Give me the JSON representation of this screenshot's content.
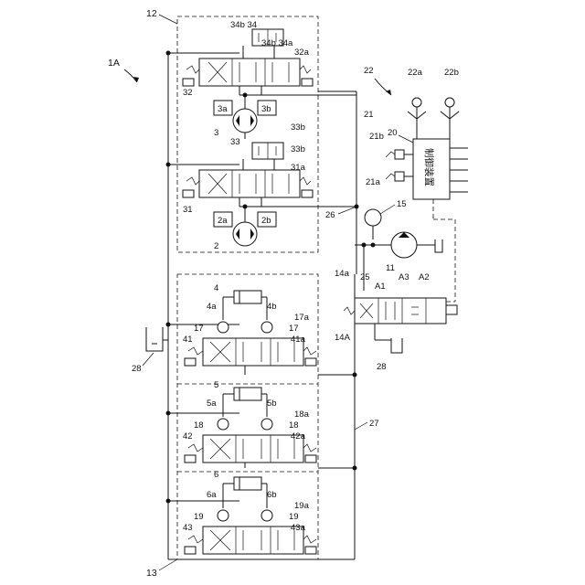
{
  "labels": {
    "figure_ref": "1A",
    "unit_12": "12",
    "unit_13": "13",
    "valve_32": "32",
    "valve_31": "31",
    "valve_32a": "32a",
    "valve_31a": "31a",
    "logic_34": "34b 34",
    "logic_34a": "34b 34a",
    "logic_33": "33",
    "logic_33b_top": "33b",
    "logic_33b_bot": "33b",
    "motor_3": "3",
    "motor_3a": "3a",
    "motor_3b": "3b",
    "motor_2": "2",
    "motor_2a": "2a",
    "motor_2b": "2b",
    "line_26": "26",
    "line_27": "27",
    "pilot_15": "15",
    "pump_11": "11",
    "pump_25": "25",
    "controller": "制御装置",
    "controller_ref": "20",
    "operation_21": "21",
    "op_21a": "21a",
    "op_21b": "21b",
    "lever_22": "22",
    "lever_22a": "22a",
    "lever_22b": "22b",
    "valve_14A": "14A",
    "valve_14a": "14a",
    "pos_A1": "A1",
    "pos_A2": "A2",
    "pos_A3": "A3",
    "tank_28_right": "28",
    "tank_28_left": "28",
    "cyl_4": "4",
    "cyl_4a": "4a",
    "cyl_4b": "4b",
    "cyl_5": "5",
    "cyl_5a": "5a",
    "cyl_5b": "5b",
    "cyl_6": "6",
    "cyl_6a": "6a",
    "cyl_6b": "6b",
    "check_17": "17",
    "check_17b": "17",
    "check_17a": "17a",
    "check_18": "18",
    "check_18b": "18",
    "check_18a": "18a",
    "check_19": "19",
    "check_19b": "19",
    "check_19a": "19a",
    "valve_41": "41",
    "valve_41a": "41a",
    "valve_42": "42",
    "valve_42a": "42a",
    "valve_43": "43",
    "valve_43a": "43a"
  }
}
